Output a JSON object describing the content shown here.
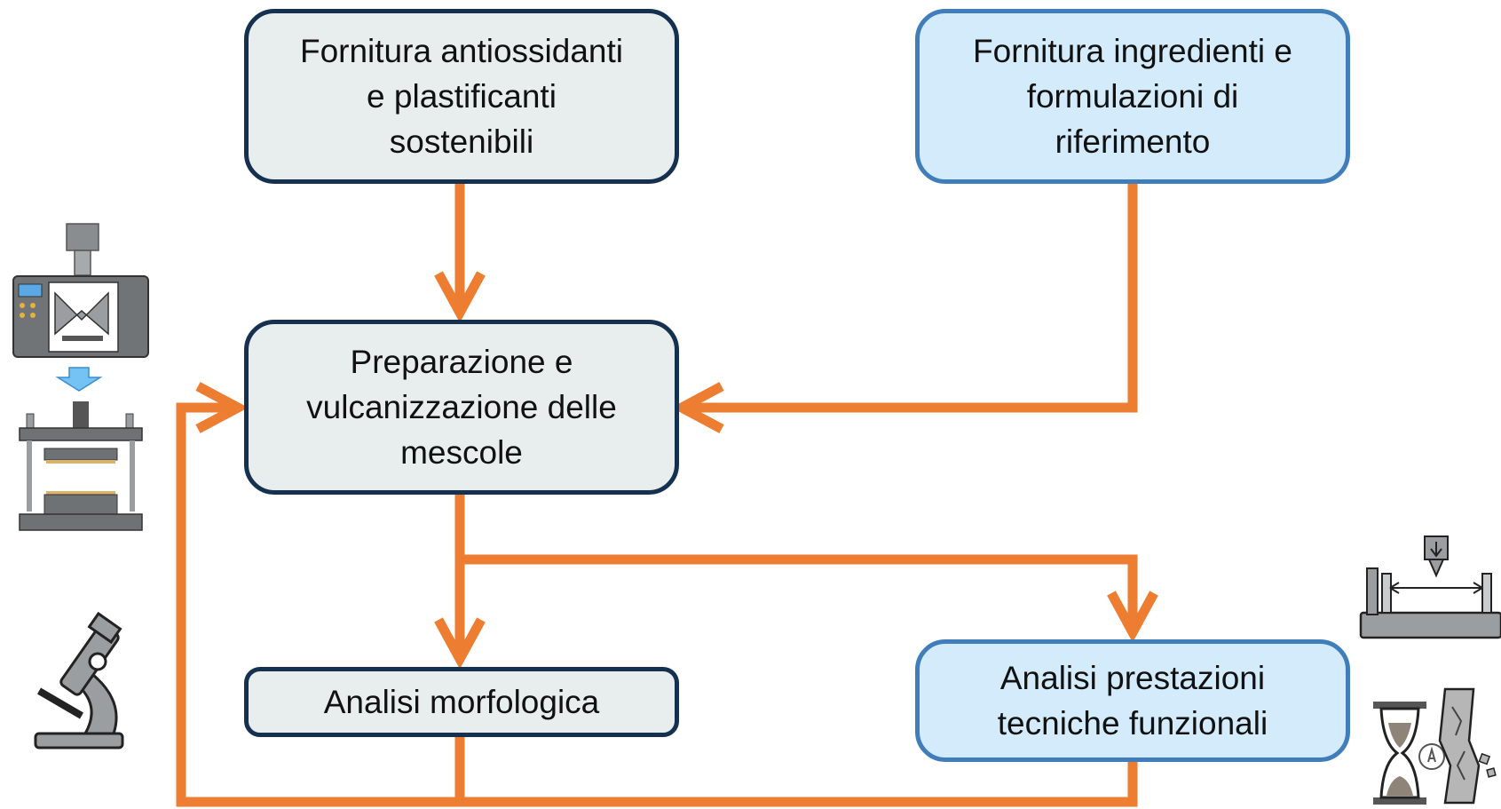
{
  "diagram": {
    "boxes": {
      "fornitura_antiossidanti": "Fornitura antiossidanti\ne plastificanti\nsostenibili",
      "fornitura_ingredienti": "Fornitura ingredienti e\nformulazioni di\nriferimento",
      "preparazione": "Preparazione  e\nvulcanizzazione delle\nmescole",
      "analisi_morfologica": "Analisi morfologica",
      "analisi_prestazioni": "Analisi prestazioni\ntecniche funzionali"
    },
    "colors": {
      "arrow": "#ed7d31",
      "dark_border": "#16304f",
      "dark_fill": "#e8eeee",
      "light_border": "#3f7dbb",
      "light_fill": "#d3ebfa"
    },
    "icons": [
      "mixer-machine-icon",
      "down-arrow-icon",
      "hydraulic-press-icon",
      "microscope-icon",
      "tensile-tester-icon",
      "aging-hourglass-icon"
    ]
  }
}
